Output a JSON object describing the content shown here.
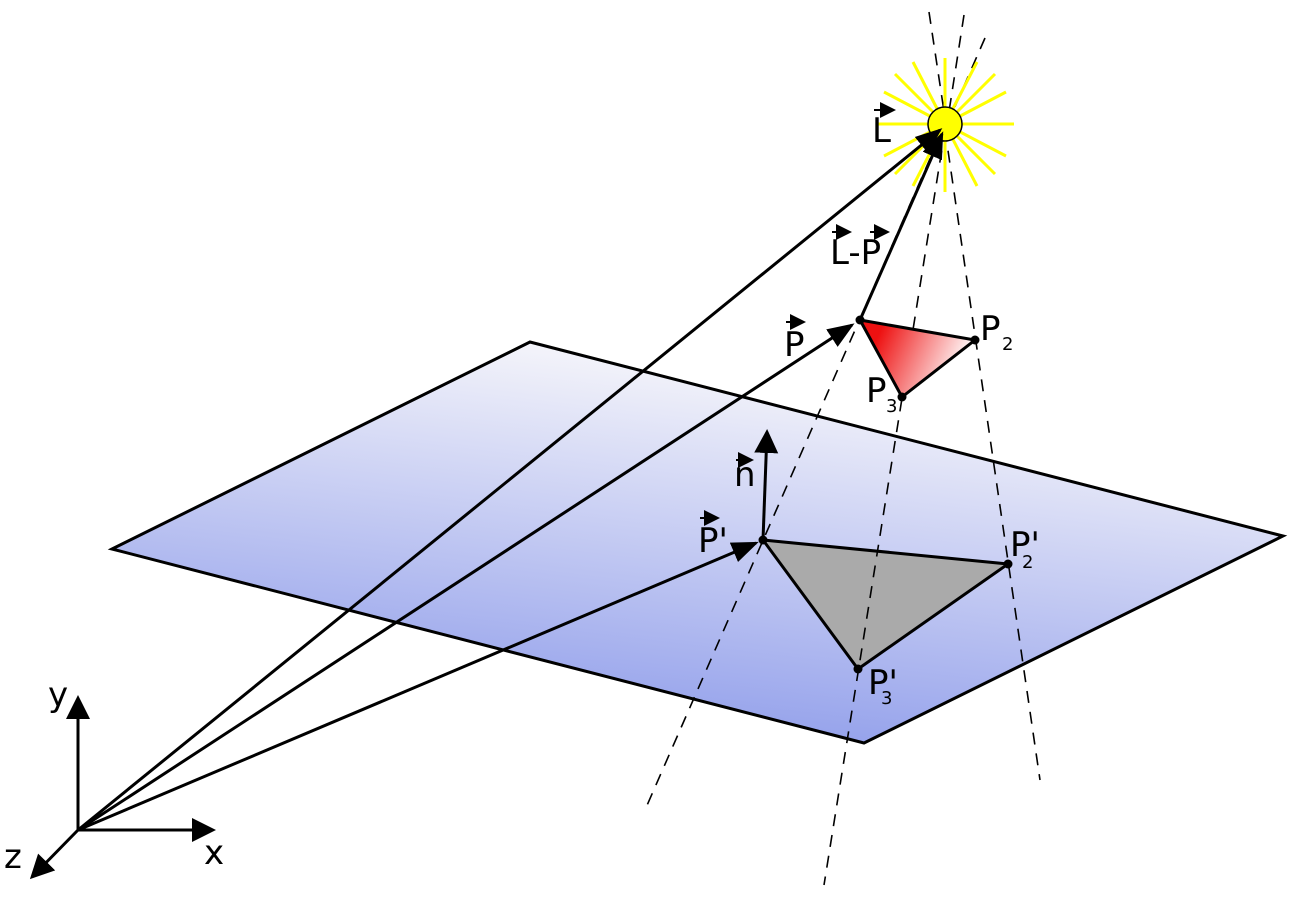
{
  "labels": {
    "light": "L",
    "light_minus_point": "L-P",
    "point": "P",
    "p2": "P",
    "p2_sub": "2",
    "p3": "P",
    "p3_sub": "3",
    "normal": "n",
    "projected_point": "P'",
    "projected_p2": "P'",
    "projected_p2_sub": "2",
    "projected_p3": "P'",
    "projected_p3_sub": "3",
    "axis_x": "x",
    "axis_y": "y",
    "axis_z": "z"
  },
  "colors": {
    "light_fill": "#ffff00",
    "light_rays": "#ffff00",
    "triangle_red": "#ee1111",
    "shadow_triangle": "#aaaaaa",
    "plane_dark": "#7f8fe8",
    "plane_light": "#f4f4fa"
  }
}
